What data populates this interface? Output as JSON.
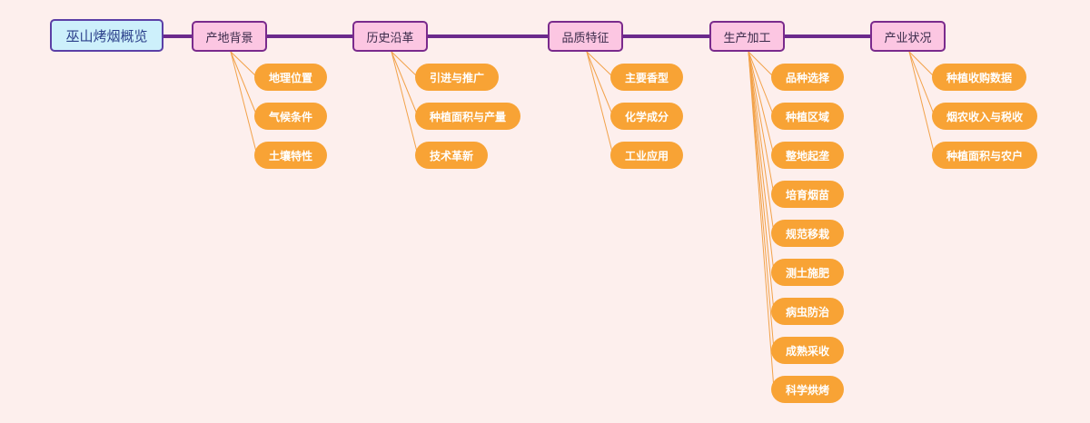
{
  "mindmap": {
    "root": {
      "label": "巫山烤烟概览"
    },
    "branches": [
      {
        "label": "产地背景",
        "children": [
          "地理位置",
          "气候条件",
          "土壤特性"
        ]
      },
      {
        "label": "历史沿革",
        "children": [
          "引进与推广",
          "种植面积与产量",
          "技术革新"
        ]
      },
      {
        "label": "品质特征",
        "children": [
          "主要香型",
          "化学成分",
          "工业应用"
        ]
      },
      {
        "label": "生产加工",
        "children": [
          "品种选择",
          "种植区域",
          "整地起垄",
          "培育烟苗",
          "规范移栽",
          "测土施肥",
          "病虫防治",
          "成熟采收",
          "科学烘烤"
        ]
      },
      {
        "label": "产业状况",
        "children": [
          "种植收购数据",
          "烟农收入与税收",
          "种植面积与农户"
        ]
      }
    ]
  },
  "colors": {
    "background": "#fdefed",
    "trunk_line": "#6b2a8c",
    "branch_fill": "#fcc6e2",
    "branch_border": "#7a2a8c",
    "leaf_fill": "#f8a335",
    "leaf_line": "#f2a24a",
    "root_fill": "#cdf0fb",
    "root_border": "#5b3fa6"
  }
}
